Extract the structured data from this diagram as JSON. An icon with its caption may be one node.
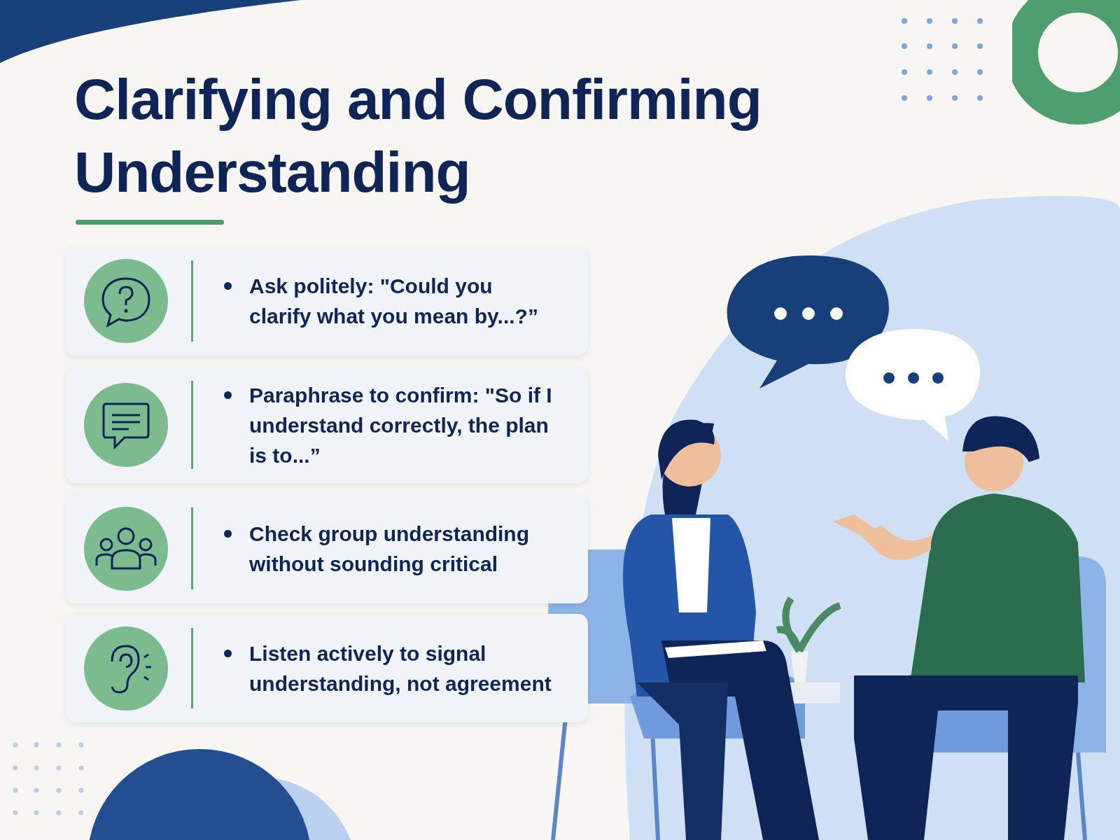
{
  "diagram": {
    "title": "Clarifying and Confirming Understanding",
    "nodes": [
      {
        "text": [
          "Ask politely: \"Could you clarify what you mean by...?”"
        ]
      },
      {
        "text": [
          "Paraphrase to confirm: \"So if I understand correctly, the plan is to...”"
        ]
      },
      {
        "text": [
          "Check group understanding without sounding critical"
        ]
      },
      {
        "text": [
          "Listen actively to signal understanding, not agreement"
        ]
      }
    ],
    "edges": []
  }
}
